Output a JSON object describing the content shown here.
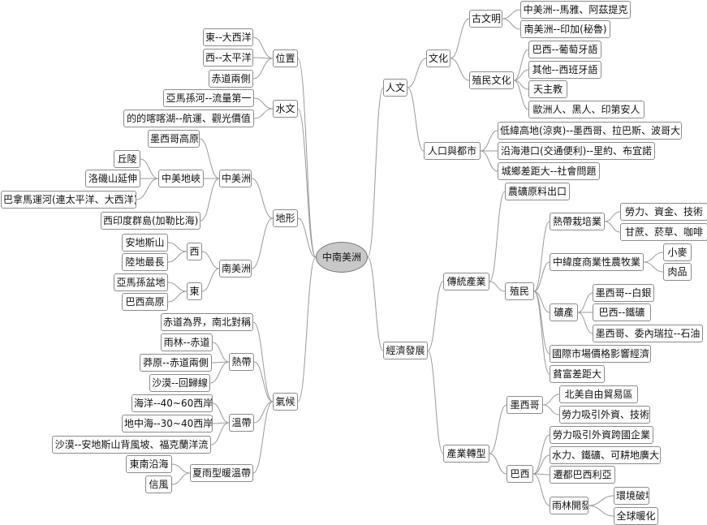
{
  "root": "中南美洲",
  "n": {
    "renwen": "人文",
    "wenhua": "文化",
    "guwenming": "古文明",
    "maya": "中美洲--馬雅、阿茲提克",
    "inca": "南美洲--印加(秘魯)",
    "zhimin_wh": "殖民文化",
    "putao": "巴西--葡萄牙語",
    "xibanya": "其他--西班牙語",
    "tianzhu": "天主教",
    "ouzhou": "歐洲人、黑人、印第安人",
    "renkou": "人口與都市",
    "diwei": "低緯高地(涼爽)--墨西哥、拉巴斯、波哥大",
    "yanhai": "沿海港口(交通便利)--里約、布宜諾",
    "chengxiang": "城鄉差距大--社會問題",
    "jingji": "經濟發展",
    "chuantong": "傳統產業",
    "nongkuang": "農礦原料出口",
    "zhimin": "殖民",
    "redai_zp": "熱帶栽培業",
    "laoli_zj": "勞力、資金、技術",
    "ganzhe": "甘蔗、菸草、咖啡",
    "zhongwei": "中緯度商業性農牧業",
    "xiaomai": "小麥",
    "roupin": "肉品",
    "kuangchan": "礦產",
    "mx_yin": "墨西哥--白銀",
    "bx_tie": "巴西--鐵礦",
    "mx_ve": "墨西哥、委內瑞拉--石油",
    "guoji": "國際市場價格影響經濟",
    "pinfu": "貧富差距大",
    "zhuanxing": "產業轉型",
    "mexico": "墨西哥",
    "beimei": "北美自由貿易區",
    "laoli_wz": "勞力吸引外資、技術",
    "brazil": "巴西",
    "laoli_kg": "勞力吸引外資跨國企業",
    "shuili": "水力、鐵礦、可耕地廣大",
    "qiandu": "遷都巴西利亞",
    "yulin_kf": "雨林開發",
    "huanjing": "環境破壞",
    "quanqiu": "全球暖化",
    "weizhi": "位置",
    "dong_dxy": "東--大西洋",
    "xi_tpy": "西--太平洋",
    "chidao_lc": "赤道兩側",
    "shuiwen": "水文",
    "amazon": "亞馬孫河--流量第一",
    "titicaca": "的的喀喀湖--航運、觀光價值",
    "dixing": "地形",
    "zhongmz": "中美洲",
    "mx_plateau": "墨西哥高原",
    "zm_dixia": "中美地峽",
    "qiuling": "丘陵",
    "luoji": "洛磯山延伸",
    "panama": "巴拿馬運河(連太平洋、大西洋)",
    "xiyindu": "西印度群島(加勒比海)",
    "nanmz": "南美洲",
    "xi": "西",
    "andes": "安地斯山",
    "ludi": "陸地最長",
    "dong": "東",
    "amz_basin": "亞馬孫盆地",
    "bx_plateau": "巴西高原",
    "qihou": "氣候",
    "chidao_jie": "赤道為界，南北對稱",
    "redai": "熱帶",
    "yulin": "雨林--赤道",
    "caoyuan": "莽原--赤道兩側",
    "shamo_r": "沙漠--回歸線",
    "wendai": "溫帶",
    "haiyang": "海洋--40~60西岸",
    "dizhonghai": "地中海--30~40西岸",
    "shamo_w": "沙漠--安地斯山背風坡、福克蘭洋流",
    "xiayu": "夏雨型暖溫帶",
    "dongnan": "東南沿海",
    "xinfeng": "信風"
  }
}
